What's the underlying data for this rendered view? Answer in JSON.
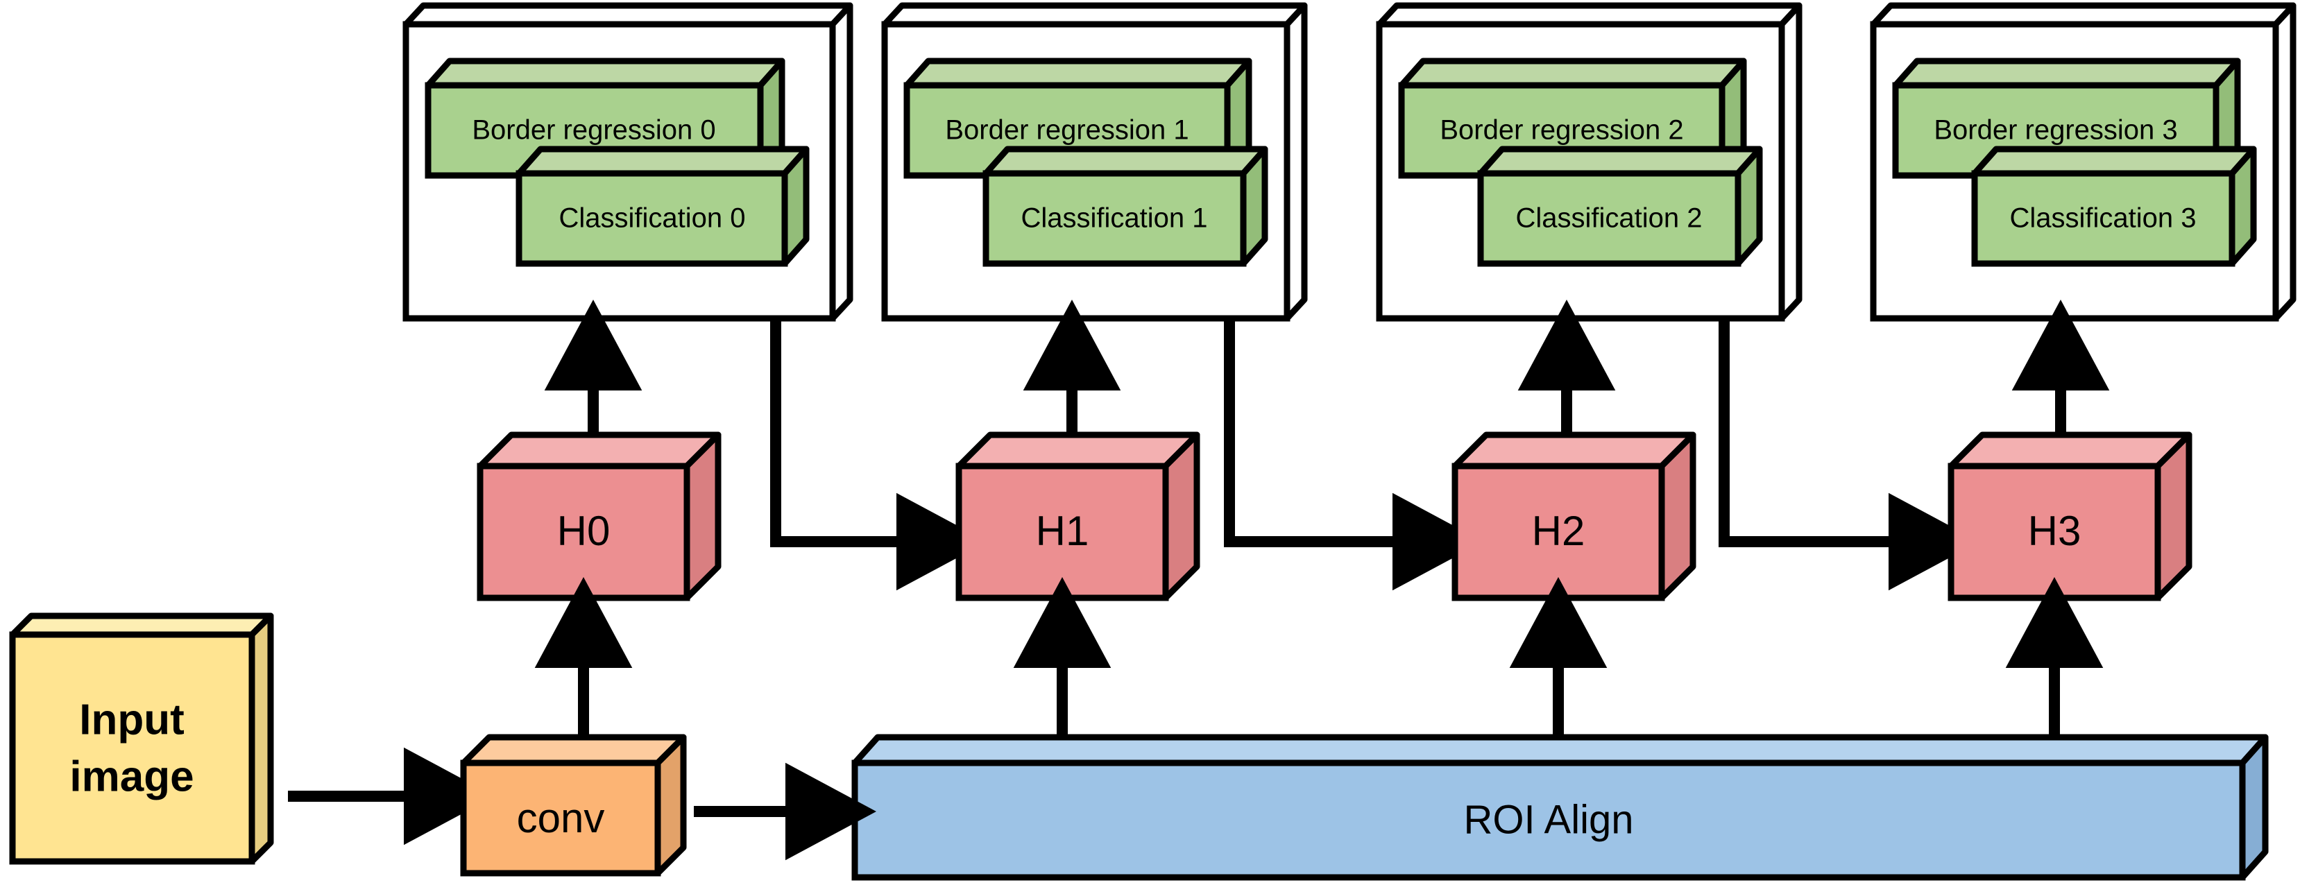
{
  "diagram": {
    "title": "Cascade R-CNN style multi-stage detection architecture",
    "colors": {
      "green_face": "#a9d18e",
      "green_top": "#bdd7a5",
      "green_side": "#93bd79",
      "pink_face": "#ec8f91",
      "pink_top": "#f3b0b1",
      "pink_side": "#d97f81",
      "blue_face": "#9dc3e6",
      "blue_top": "#b5d3ee",
      "blue_side": "#86aed4",
      "yellow_face": "#ffe491",
      "yellow_top": "#fdeeb3",
      "yellow_side": "#e6cd80",
      "orange_face": "#fcb474",
      "orange_top": "#fdcb9e",
      "orange_side": "#e3a269",
      "white_face": "#ffffff",
      "stroke": "#000000"
    },
    "input": {
      "label_line1": "Input",
      "label_line2": "image"
    },
    "conv": {
      "label": "conv"
    },
    "roi_align": {
      "label": "ROI Align"
    },
    "heads": [
      {
        "label": "H0"
      },
      {
        "label": "H1"
      },
      {
        "label": "H2"
      },
      {
        "label": "H3"
      }
    ],
    "stages": [
      {
        "border_regression": "Border regression 0",
        "classification": "Classification 0"
      },
      {
        "border_regression": "Border regression 1",
        "classification": "Classification 1"
      },
      {
        "border_regression": "Border regression 2",
        "classification": "Classification 2"
      },
      {
        "border_regression": "Border regression 3",
        "classification": "Classification 3"
      }
    ]
  }
}
